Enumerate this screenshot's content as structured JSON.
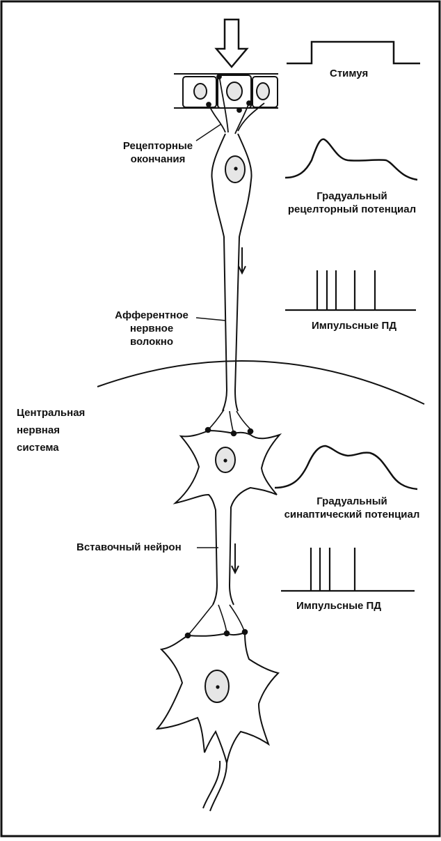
{
  "labels": {
    "stimulus": "Стимуя",
    "receptor_endings": [
      "Рецепторные",
      "окончания"
    ],
    "graded_receptor": [
      "Градуальный",
      "рецелторный потенциал"
    ],
    "afferent_fiber": [
      "Афферентное",
      "нервное",
      "волокно"
    ],
    "impulses_1": "Импульсные ПД",
    "cns": [
      "Центральная",
      "нервная",
      "система"
    ],
    "graded_synaptic": [
      "Градуальный",
      "синаптический потенциал"
    ],
    "interneuron": "Вставочный нейрон",
    "impulses_2": "Импульсные ПД"
  },
  "colors": {
    "ink": "#111111",
    "background": "#ffffff",
    "nucleus_fill": "#e6e6e6"
  }
}
